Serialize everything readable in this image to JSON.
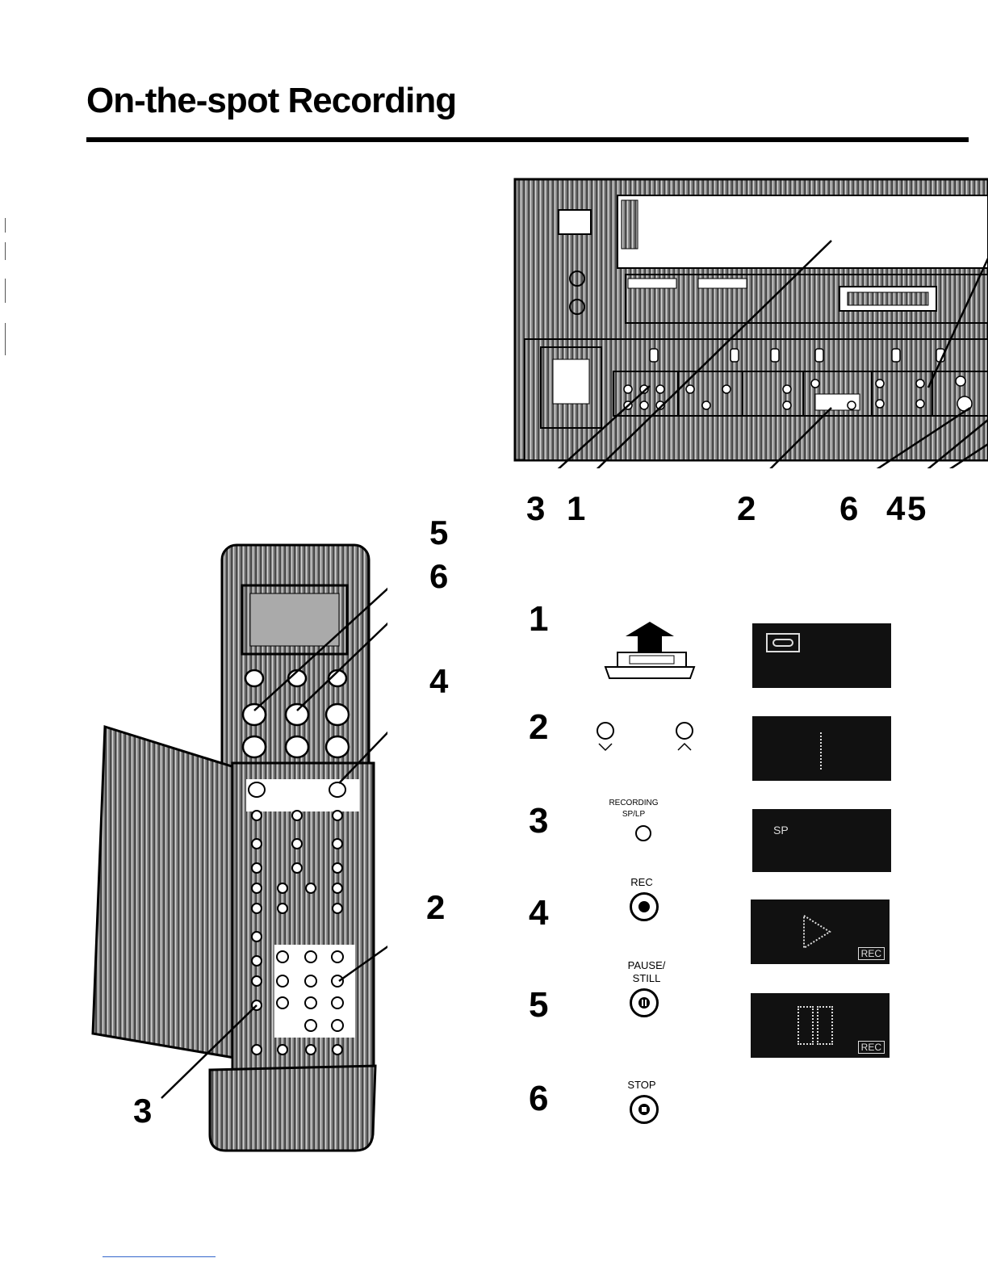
{
  "page": {
    "title": "On-the-spot Recording"
  },
  "vcr_callouts": [
    "3",
    "1",
    "2",
    "6",
    "4",
    "5"
  ],
  "remote_callouts": {
    "top_5": "5",
    "top_6": "6",
    "right_4": "4",
    "right_2": "2",
    "left_3": "3"
  },
  "steps": [
    {
      "number": "1",
      "icon": "cassette-insert-icon",
      "label": "",
      "display_text": "",
      "display_icon": "cassette-display-icon"
    },
    {
      "number": "2",
      "icon": "channel-down-up-icon",
      "label": "",
      "display_text": ""
    },
    {
      "number": "3",
      "icon": "sp-lp-button-icon",
      "label": "RECORDING\nSP/LP",
      "display_text": "SP"
    },
    {
      "number": "4",
      "icon": "rec-button-icon",
      "label": "REC",
      "display_text": "",
      "display_badge": "REC"
    },
    {
      "number": "5",
      "icon": "pause-still-button-icon",
      "label": "PAUSE/\nSTILL",
      "display_text": "",
      "display_badge": "REC"
    },
    {
      "number": "6",
      "icon": "stop-button-icon",
      "label": "STOP"
    }
  ],
  "colors": {
    "ink": "#000000",
    "display_bg": "#111111",
    "display_text": "#dddddd",
    "device_hatch": "#777777"
  }
}
